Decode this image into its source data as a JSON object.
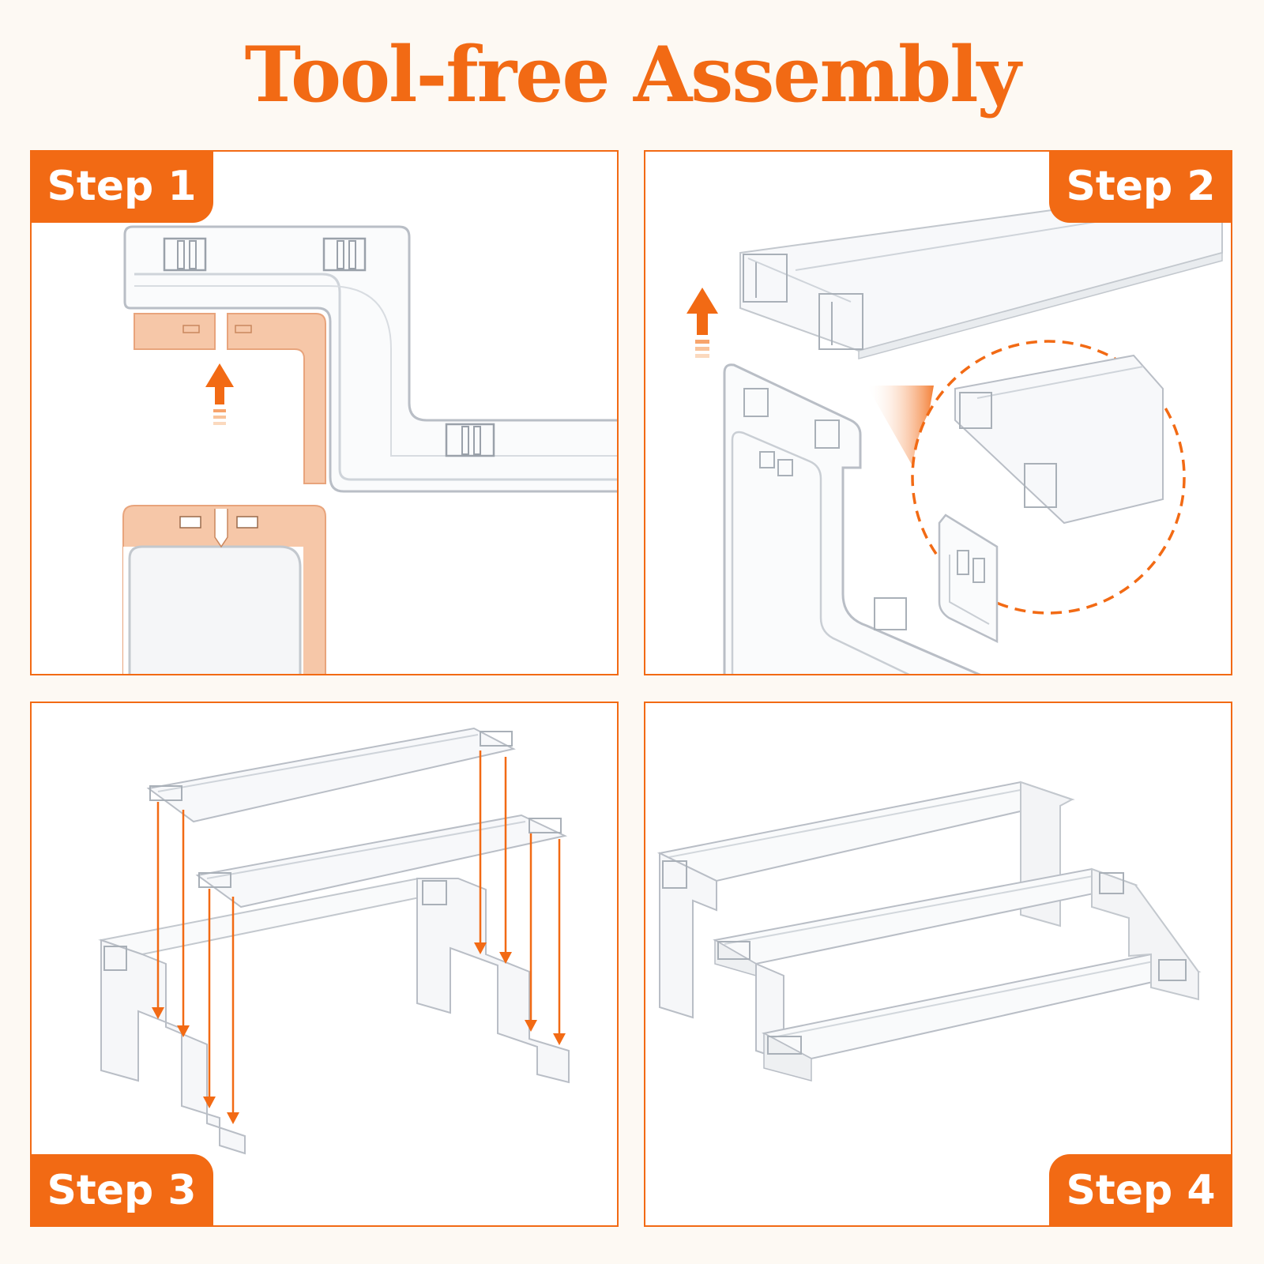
{
  "title": "Tool-free Assembly",
  "colors": {
    "accent": "#f26a14",
    "background": "#fdf9f3",
    "highlight": "#f6c7a8"
  },
  "steps": [
    {
      "label": "Step 1"
    },
    {
      "label": "Step 2"
    },
    {
      "label": "Step 3"
    },
    {
      "label": "Step 4"
    }
  ],
  "icons": [
    "arrow-up-icon",
    "arrow-down-icon",
    "zoom-circle-icon"
  ]
}
